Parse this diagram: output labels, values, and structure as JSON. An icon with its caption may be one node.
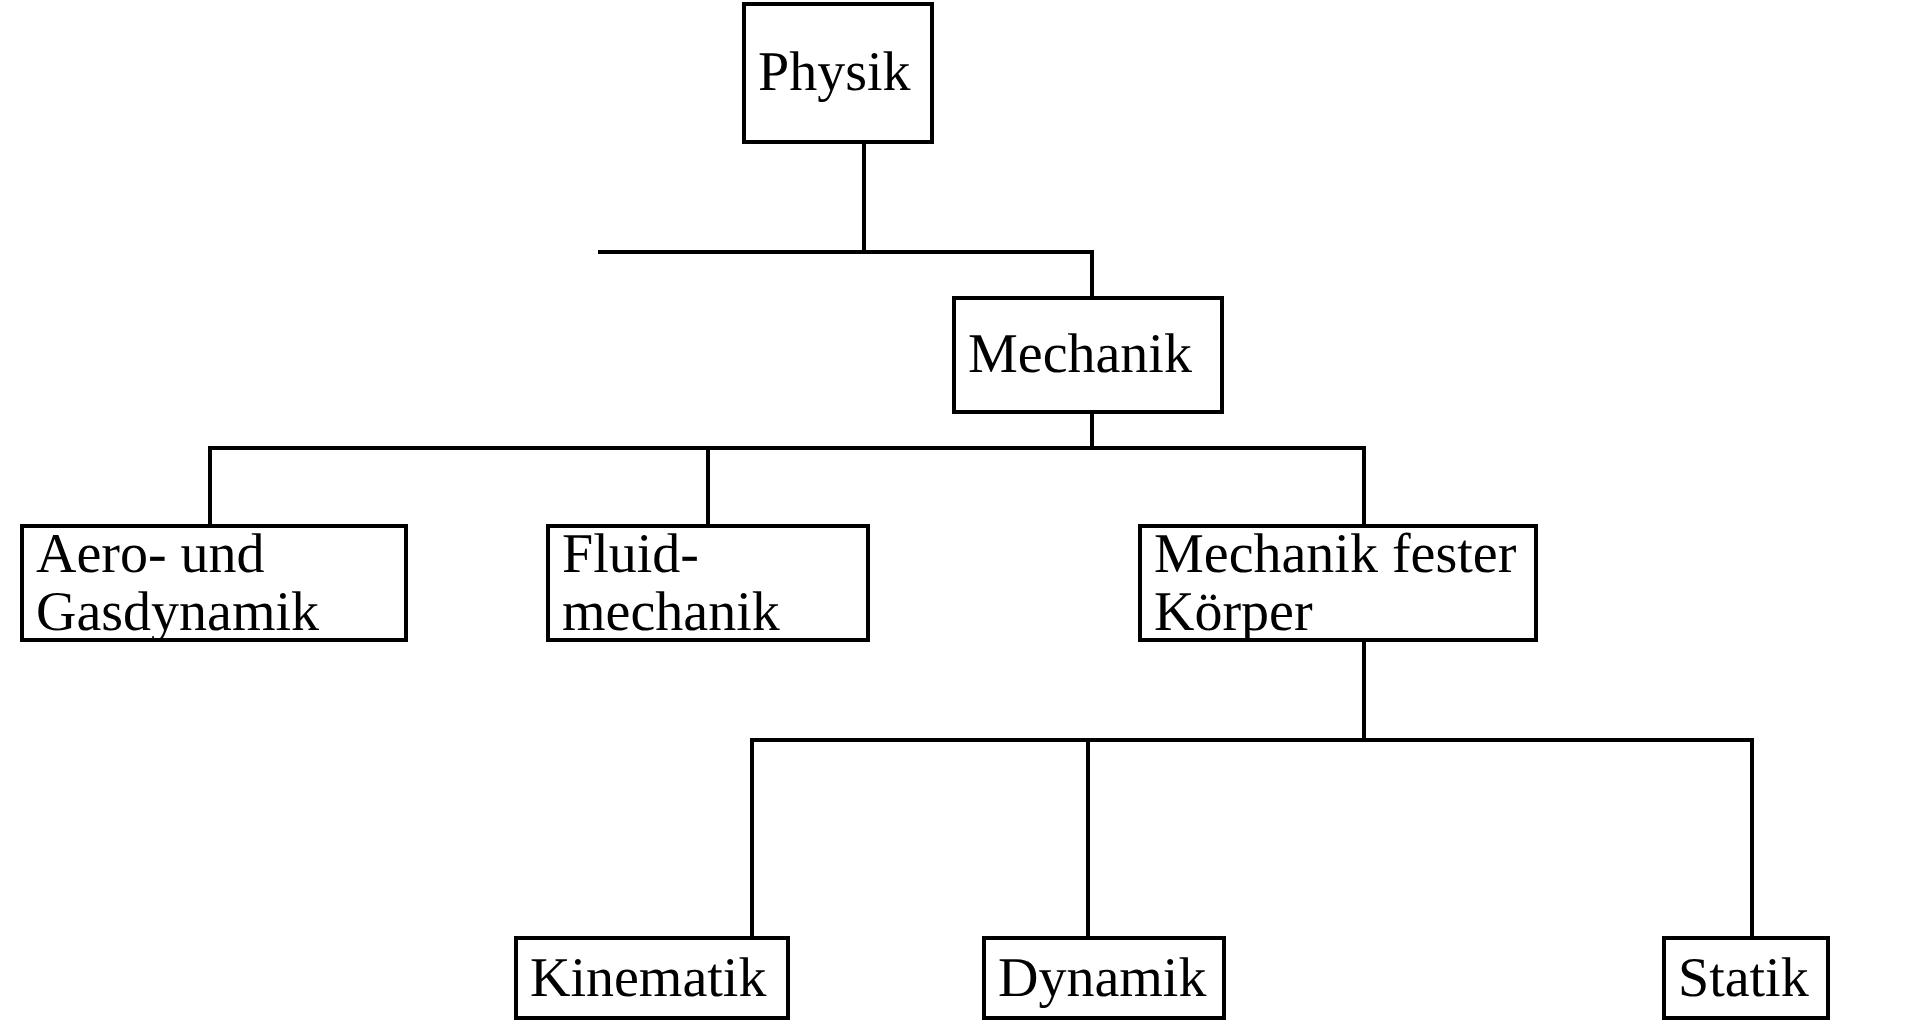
{
  "diagram": {
    "nodes": [
      {
        "text": [
          "Physik"
        ]
      },
      {
        "text": [
          "Mechanik"
        ]
      },
      {
        "text": [
          "Aero- und Gasdynamik"
        ]
      },
      {
        "text": [
          "Fluid- mechanik"
        ]
      },
      {
        "text": [
          "Mechanik fester Körper"
        ]
      },
      {
        "text": [
          "Kinematik"
        ]
      },
      {
        "text": [
          "Dynamik"
        ]
      },
      {
        "text": [
          "Statik"
        ]
      }
    ],
    "edges": [
      {
        "from": 0,
        "to": null,
        "arrow": "none"
      },
      {
        "from": 0,
        "to": 1,
        "arrow": "none"
      },
      {
        "from": 1,
        "to": 2,
        "arrow": "none"
      },
      {
        "from": 1,
        "to": 3,
        "arrow": "none"
      },
      {
        "from": 1,
        "to": 4,
        "arrow": "none"
      },
      {
        "from": 4,
        "to": 5,
        "arrow": "none"
      },
      {
        "from": 4,
        "to": 6,
        "arrow": "none"
      },
      {
        "from": 4,
        "to": 7,
        "arrow": "none"
      }
    ]
  }
}
